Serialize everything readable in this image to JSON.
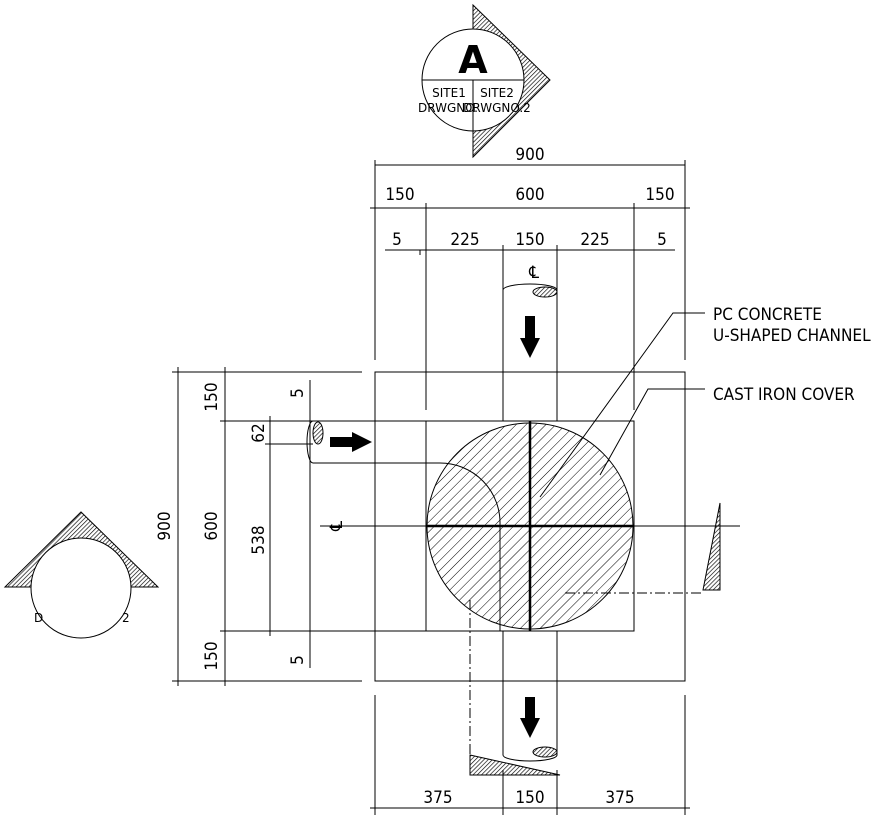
{
  "section_marker_top": {
    "letter": "A",
    "left_label": "SITE1",
    "right_label": "SITE2",
    "left_drawing": "DRWGNO.",
    "right_drawing": "DRWGNO.2"
  },
  "section_marker_left": {
    "left_text": "D",
    "right_text": "2"
  },
  "dimensions": {
    "top_overall": "900",
    "top_row2": [
      "150",
      "600",
      "150"
    ],
    "top_row3": [
      "5",
      "225",
      "150",
      "225",
      "5"
    ],
    "bottom_row": [
      "375",
      "150",
      "375"
    ],
    "left_overall": "900",
    "left_row2": [
      "150",
      "600",
      "150"
    ],
    "left_row3": [
      "62",
      "538"
    ],
    "left_row4": [
      "5",
      "5"
    ]
  },
  "centerline_symbol": "℄",
  "labels": {
    "channel_line1": "PC CONCRETE",
    "channel_line2": "U-SHAPED CHANNEL",
    "cover": "CAST IRON COVER"
  }
}
